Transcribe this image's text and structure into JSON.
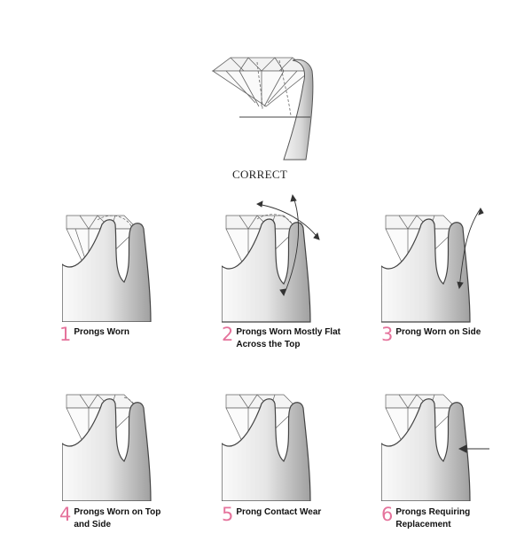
{
  "top": {
    "label": "CORRECT"
  },
  "panels": [
    {
      "number": "1",
      "caption": "Prongs Worn"
    },
    {
      "number": "2",
      "caption": "Prongs Worn Mostly Flat\nAcross the Top"
    },
    {
      "number": "3",
      "caption": "Prong Worn on Side"
    },
    {
      "number": "4",
      "caption": "Prongs Worn on Top\nand Side"
    },
    {
      "number": "5",
      "caption": "Prong Contact Wear"
    },
    {
      "number": "6",
      "caption": "Prongs Requiring\nReplacement"
    }
  ],
  "colors": {
    "number_accent": "#e5739c",
    "line": "#555555",
    "shade": "#cfcfcf"
  }
}
